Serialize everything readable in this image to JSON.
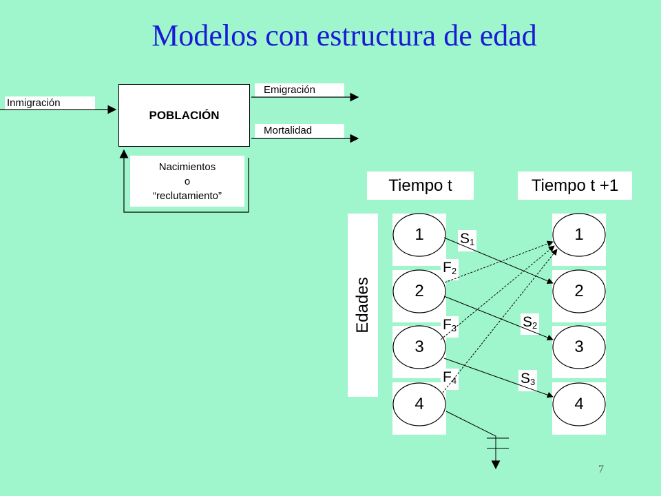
{
  "title": "Modelos con estructura de edad",
  "flows": {
    "immigration": "Inmigración",
    "emigration": "Emigración",
    "mortality": "Mortalidad",
    "population": "POBLACIÓN",
    "births_line1": "Nacimientos",
    "births_line2": "o",
    "births_line3": "“reclutamiento”"
  },
  "headers": {
    "time_t": "Tiempo t",
    "time_t1": "Tiempo t +1",
    "ages": "Edades"
  },
  "nodes_left": [
    "1",
    "2",
    "3",
    "4"
  ],
  "nodes_right": [
    "1",
    "2",
    "3",
    "4"
  ],
  "coefficients": {
    "s1": {
      "base": "S",
      "sub": "1"
    },
    "s2": {
      "base": "S",
      "sub": "2"
    },
    "s3": {
      "base": "S",
      "sub": "3"
    },
    "f2": {
      "base": "F",
      "sub": "2"
    },
    "f3": {
      "base": "F",
      "sub": "3"
    },
    "f4": {
      "base": "F",
      "sub": "4"
    }
  },
  "page_number": "7"
}
